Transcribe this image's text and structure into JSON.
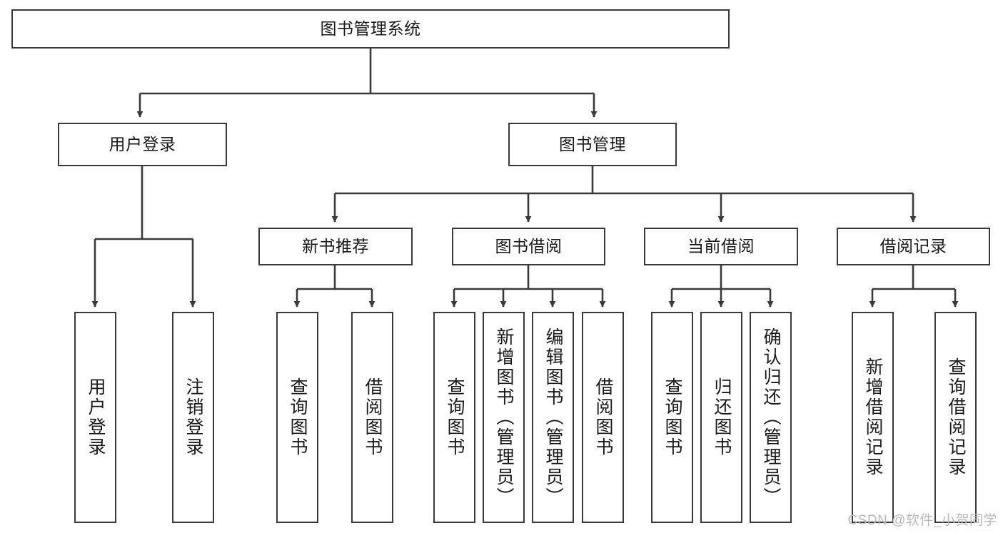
{
  "diagram": {
    "type": "tree-hierarchy",
    "title": "图书管理系统",
    "orientation": "top-down",
    "line_color": "#3a3a3a",
    "box_fill": "#ffffff",
    "text_color": "#1a1a1a",
    "watermark": "CSDN @软件_小贺同学",
    "watermark_color": "#b9b9b9"
  },
  "nodes": {
    "root": {
      "label": "图书管理系统",
      "level": 0
    },
    "l1": [
      {
        "label": "用户登录",
        "level": 1
      },
      {
        "label": "图书管理",
        "level": 1
      }
    ],
    "l2": [
      {
        "label": "新书推荐",
        "level": 2
      },
      {
        "label": "图书借阅",
        "level": 2
      },
      {
        "label": "当前借阅",
        "level": 2
      },
      {
        "label": "借阅记录",
        "level": 2
      }
    ],
    "leaves": {
      "user_login": [
        {
          "label": "用户登录"
        },
        {
          "label": "注销登录"
        }
      ],
      "new_book_recommend": [
        {
          "label": "查询图书"
        },
        {
          "label": "借阅图书"
        }
      ],
      "book_borrow": [
        {
          "label": "查询图书"
        },
        {
          "label": "新增图书（管理员）"
        },
        {
          "label": "编辑图书（管理员）"
        },
        {
          "label": "借阅图书"
        }
      ],
      "current_borrow": [
        {
          "label": "查询图书"
        },
        {
          "label": "归还图书"
        },
        {
          "label": "确认归还（管理员）"
        }
      ],
      "borrow_record": [
        {
          "label": "新增借阅记录"
        },
        {
          "label": "查询借阅记录"
        }
      ]
    }
  }
}
